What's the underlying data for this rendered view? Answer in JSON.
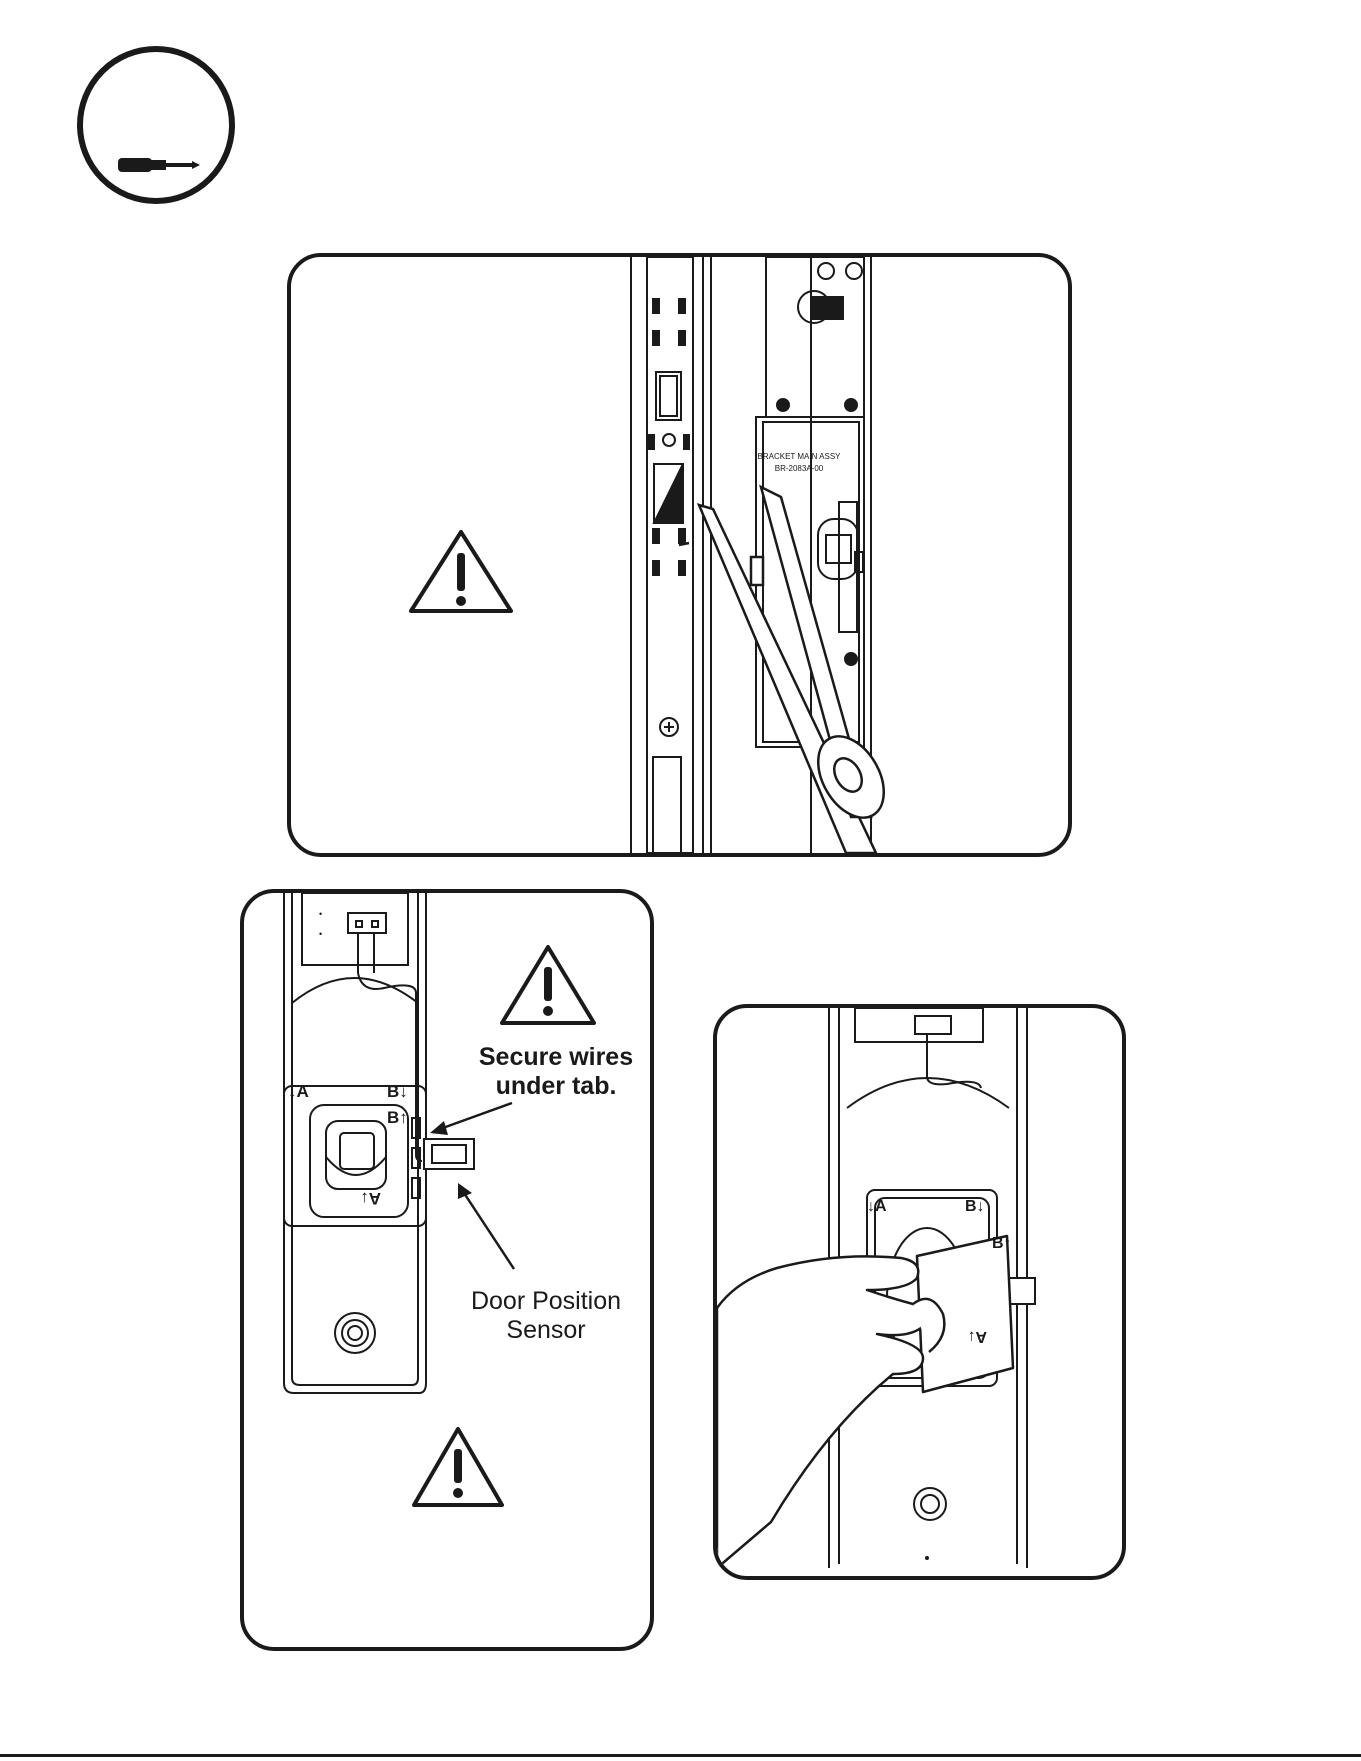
{
  "colors": {
    "ink": "#1a1a1a",
    "paper": "#ffffff",
    "mid": "#8a8a8a"
  },
  "header": {
    "step_badge_icon": "screwdriver-icon"
  },
  "panel_top": {
    "warning_icon": "warning-triangle-icon",
    "bracket_label_line1": "BRACKET MAIN ASSY",
    "bracket_label_line2": "BR-2083A-00"
  },
  "panel_left": {
    "connector_marks": [
      "•",
      "•"
    ],
    "label_a_top": "↓A",
    "label_b_top": "B↓",
    "label_b_up": "B↑",
    "label_a_bottom": "A↓",
    "callout_secure_line1": "Secure wires",
    "callout_secure_line2": "under tab.",
    "callout_sensor_line1": "Door Position",
    "callout_sensor_line2": "Sensor",
    "warning_icon": "warning-triangle-icon"
  },
  "panel_right": {
    "label_a_top": "↓A",
    "label_b_top": "B↓",
    "label_b_up": "B↑",
    "label_a_bottom": "A↓"
  }
}
